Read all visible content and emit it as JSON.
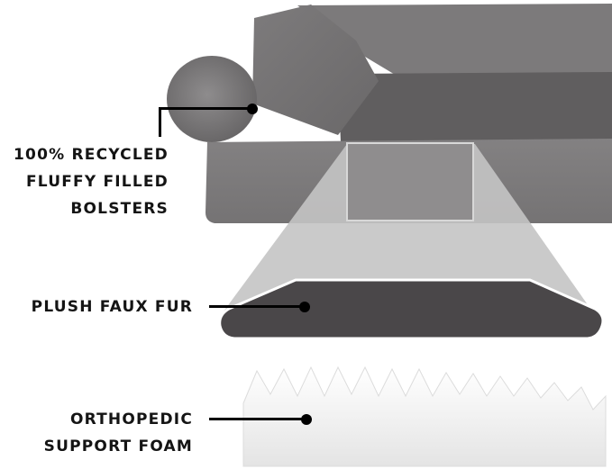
{
  "infographic": {
    "layers": [
      {
        "id": "bolsters",
        "label_lines": [
          "100% RECYCLED",
          "FLUFFY FILLED",
          "BOLSTERS"
        ]
      },
      {
        "id": "faux-fur",
        "label_lines": [
          "PLUSH FAUX FUR"
        ]
      },
      {
        "id": "foam",
        "label_lines": [
          "ORTHOPEDIC",
          "SUPPORT FOAM"
        ]
      }
    ],
    "colors": {
      "background": "#ffffff",
      "bed_fabric": "#7a7879",
      "bed_dark": "#5c5a5b",
      "zoom_projection": "#c4c4c4",
      "fur_layer": "#4a4749",
      "foam": "#f1f1f1",
      "text": "#141414"
    }
  }
}
